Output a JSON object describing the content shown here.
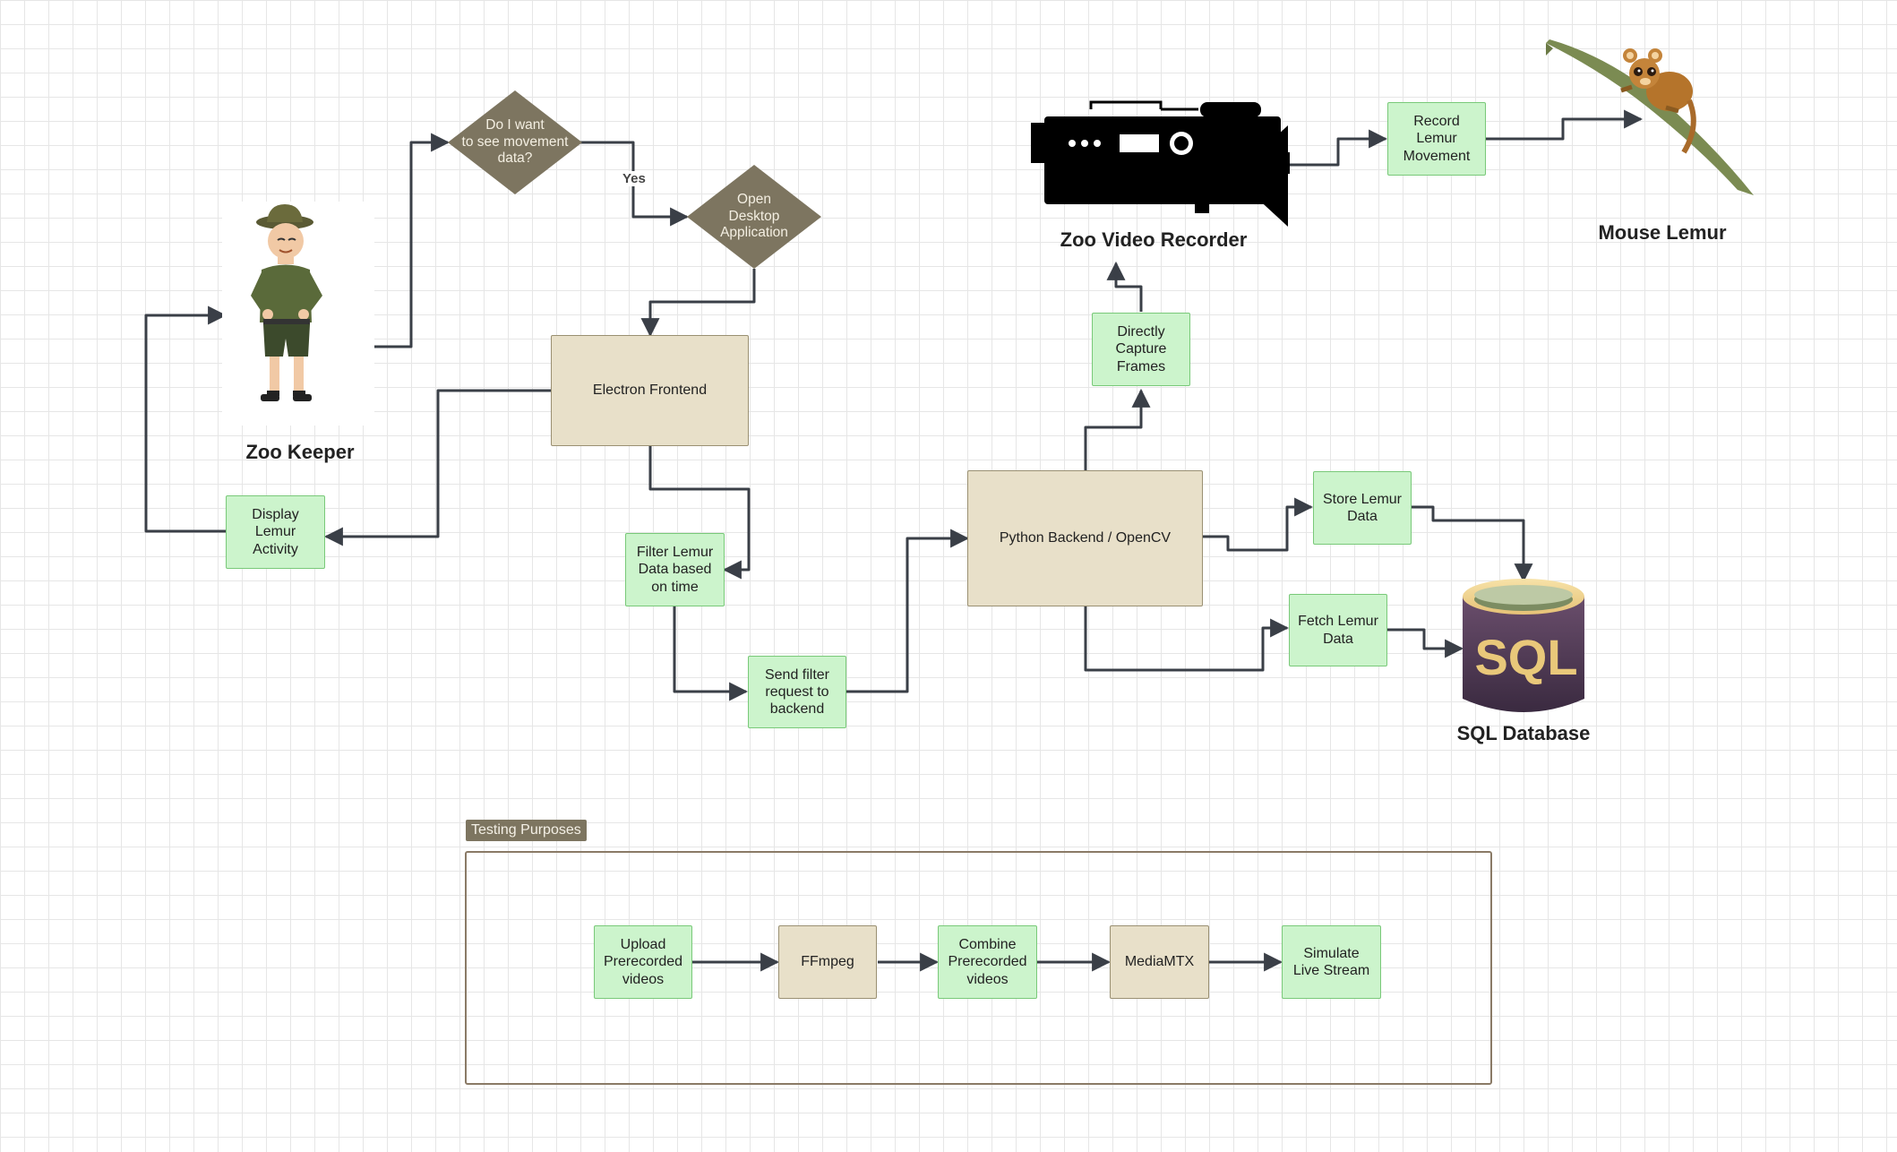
{
  "nodes": {
    "decision_movement": "Do I want\nto see movement\ndata?",
    "open_desktop": "Open\nDesktop\nApplication",
    "electron_frontend": "Electron Frontend",
    "display_lemur_activity": "Display\nLemur\nActivity",
    "filter_lemur_data": "Filter Lemur\nData based\non time",
    "send_filter_request": "Send filter\nrequest to\nbackend",
    "python_backend": "Python Backend / OpenCV",
    "directly_capture": "Directly\nCapture\nFrames",
    "record_lemur_movement": "Record\nLemur\nMovement",
    "store_lemur_data": "Store Lemur\nData",
    "fetch_lemur_data": "Fetch Lemur\nData",
    "upload_prerecorded": "Upload\nPrerecorded\nvideos",
    "ffmpeg": "FFmpeg",
    "combine_prerecorded": "Combine\nPrerecorded\nvideos",
    "mediamtx": "MediaMTX",
    "simulate_live_stream": "Simulate\nLive Stream"
  },
  "labels": {
    "zoo_keeper": "Zoo Keeper",
    "zoo_video_recorder": "Zoo Video Recorder",
    "mouse_lemur": "Mouse Lemur",
    "sql_database": "SQL Database",
    "sql_logo": "SQL"
  },
  "edges": {
    "yes": "Yes"
  },
  "containers": {
    "testing": "Testing Purposes"
  },
  "icons": [
    "zoo-keeper-illustration",
    "video-camera-icon",
    "mouse-lemur-illustration",
    "sql-database-icon"
  ],
  "colors": {
    "green_fill": "#ccf4cc",
    "green_border": "#79c979",
    "tan_fill": "#e8e0c9",
    "diamond_fill": "#7d7560",
    "edge": "#3a3f47"
  }
}
